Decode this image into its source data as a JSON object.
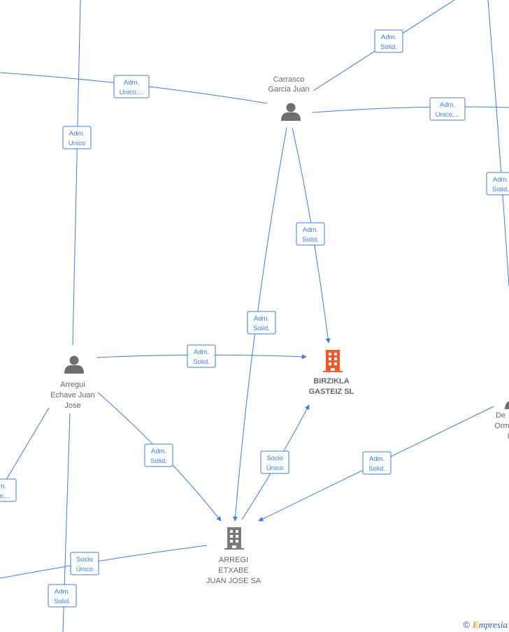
{
  "colors": {
    "edge": "#3b7dd8",
    "person_icon": "#6e6e6e",
    "company_highlight": "#f05a28",
    "company_default": "#7a7a7a",
    "node_text": "#666666"
  },
  "nodes": [
    {
      "id": "carrasco",
      "type": "person",
      "label": [
        "Carrasco",
        "Garcia Juan"
      ]
    },
    {
      "id": "arregui",
      "type": "person",
      "label": [
        "Arregui",
        "Echave Juan",
        "Jose"
      ]
    },
    {
      "id": "birzikla",
      "type": "company",
      "highlight": true,
      "label": [
        "BIRZIKLA",
        "GASTEIZ  SL"
      ]
    },
    {
      "id": "arregi_etxabe",
      "type": "company",
      "highlight": false,
      "label": [
        "ARREGI",
        "ETXABE",
        "JUAN JOSE SA"
      ]
    },
    {
      "id": "de_orm",
      "type": "person",
      "label": [
        "De",
        "Orm",
        "I"
      ]
    }
  ],
  "edges": [
    {
      "id": "e1",
      "label": [
        "Adm.",
        "Unico,..."
      ]
    },
    {
      "id": "e2",
      "label": [
        "Adm.",
        "Solid."
      ]
    },
    {
      "id": "e3",
      "label": [
        "Adm.",
        "Unico,..."
      ]
    },
    {
      "id": "e4",
      "label": [
        "Adm.",
        "Solid."
      ]
    },
    {
      "id": "e5",
      "label": [
        "Adm.",
        "Unico"
      ]
    },
    {
      "id": "e6",
      "label": [
        "Adm.",
        "Solid."
      ]
    },
    {
      "id": "e7",
      "label": [
        "Adm.",
        "Solid."
      ]
    },
    {
      "id": "e8",
      "label": [
        "Adm.",
        "Solid."
      ]
    },
    {
      "id": "e9",
      "label": [
        "Adm.",
        "Solid."
      ]
    },
    {
      "id": "e10",
      "label": [
        "Socio",
        "Único"
      ]
    },
    {
      "id": "e11",
      "label": [
        "Adm.",
        "Solid."
      ]
    },
    {
      "id": "e12",
      "label": [
        "Adm.",
        "Unico,..."
      ]
    },
    {
      "id": "e13",
      "label": [
        "Socio",
        "Único"
      ]
    },
    {
      "id": "e14",
      "label": [
        "Adm.",
        "Solid."
      ]
    }
  ],
  "footer": {
    "copyright": "©",
    "brand_initial": "E",
    "brand_rest": "mpresia"
  }
}
